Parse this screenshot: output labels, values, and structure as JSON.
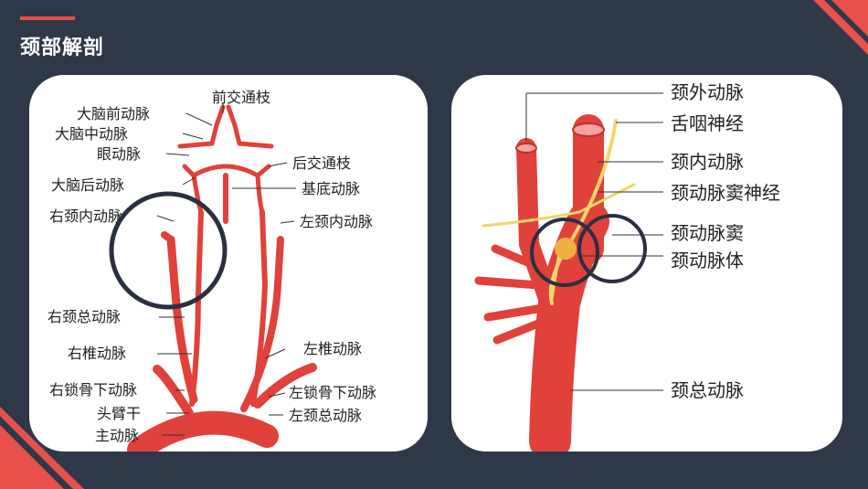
{
  "slide": {
    "title": "颈部解剖"
  },
  "colors": {
    "background": "#2f3849",
    "accent": "#e8504a",
    "artery": "#e0413a",
    "nerve": "#f0d66a",
    "circle": "#2a3040"
  },
  "left_diagram": {
    "labels": {
      "anterior_communicating": "前交通枝",
      "anterior_cerebral": "大脑前动脉",
      "middle_cerebral": "大脑中动脉",
      "ophthalmic": "眼动脉",
      "posterior_communicating": "后交通枝",
      "posterior_cerebral": "大脑后动脉",
      "basilar": "基底动脉",
      "right_internal_carotid": "右颈内动脉",
      "left_internal_carotid": "左颈内动脉",
      "right_common_carotid": "右颈总动脉",
      "right_vertebral": "右椎动脉",
      "left_vertebral": "左椎动脉",
      "right_subclavian": "右锁骨下动脉",
      "left_subclavian": "左锁骨下动脉",
      "brachiocephalic_trunk": "头臂干",
      "left_common_carotid": "左颈总动脉",
      "aorta": "主动脉"
    }
  },
  "right_diagram": {
    "labels": {
      "external_carotid": "颈外动脉",
      "glossopharyngeal_nerve": "舌咽神经",
      "internal_carotid": "颈内动脉",
      "carotid_sinus_nerve": "颈动脉窦神经",
      "carotid_sinus": "颈动脉窦",
      "carotid_body": "颈动脉体",
      "common_carotid": "颈总动脉"
    }
  }
}
